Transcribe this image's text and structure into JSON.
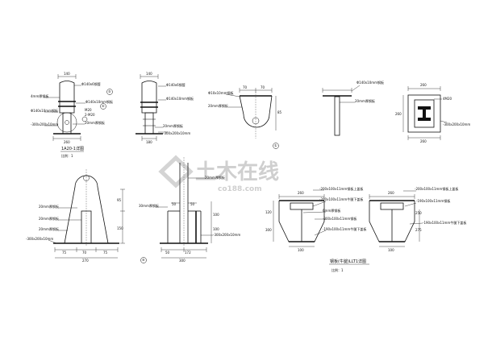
{
  "watermark": {
    "main": "土木在线",
    "sub": "co188.com"
  },
  "detail_tl": {
    "dims": [
      "140",
      "260"
    ],
    "title": "1A20-1详图",
    "scale": "比例：1",
    "labels": [
      "Φ140x6钢管",
      "4mm厚钢板",
      "Φ140x10mm钢板",
      "M20",
      "2-M20",
      "Φ140x10mm钢板",
      "20mm厚钢板",
      "-300x200x10mm"
    ]
  },
  "detail_tc": {
    "dims": [
      "140",
      "180"
    ],
    "labels": [
      "Φ140x6钢管",
      "Φ140x10mm钢板",
      "20mm厚钢板",
      "-300x200x10mm"
    ]
  },
  "detail_plate": {
    "dims": [
      "70",
      "70",
      "85"
    ],
    "labels": [
      "Φ10x10mm钢板",
      "20mm厚钢板"
    ]
  },
  "detail_tee": {
    "labels": [
      "Φ140x10mm钢板",
      "20mm厚钢板"
    ]
  },
  "detail_plan": {
    "dims": [
      "260",
      "260",
      "260"
    ],
    "labels": [
      "4M20",
      "-300x200x10mm"
    ]
  },
  "detail_bl": {
    "dims": [
      "95",
      "150",
      "75",
      "70",
      "75",
      "270"
    ],
    "labels": [
      "20mm厚钢板",
      "20mm厚钢板",
      "20mm厚钢板",
      "-300x200x10mm"
    ]
  },
  "detail_bc": {
    "dims": [
      "50",
      "50",
      "100",
      "100",
      "50",
      "172",
      "300"
    ],
    "labels": [
      "20mm厚钢板",
      "30mm厚钢板",
      "-300x200x10mm"
    ]
  },
  "detail_br": {
    "title": "钢板(牛腿)LLT1详图",
    "scale": "比例：1",
    "dims": [
      "260",
      "260",
      "120",
      "300",
      "275",
      "100",
      "100",
      "250"
    ],
    "labels": [
      "-200x100x11mm钢板上盖板",
      "-200x100x11mm牛腿下盖板",
      "6mm厚钢板",
      "-200x100x11mm钢板",
      "-190x100x11mm牛腿下盖板",
      "-200x100x11mm钢板上盖板",
      "-190x100x11mm钢板",
      "-190x100x11mm牛腿下盖板"
    ]
  },
  "markers": [
    "⑤",
    "①",
    "⑥"
  ]
}
